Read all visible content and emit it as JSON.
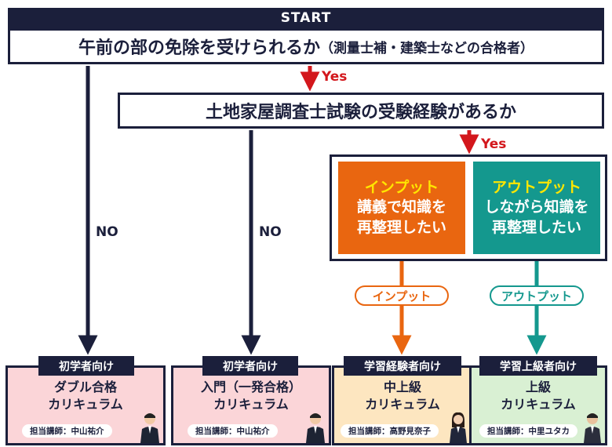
{
  "start": "START",
  "q1": {
    "main": "午前の部の免除を受けられるか",
    "sub": "（測量士補・建築士などの合格者）"
  },
  "q2": "土地家屋調査士試験の受験経験があるか",
  "yes": "Yes",
  "no": "NO",
  "choices": {
    "input": {
      "head": "インプット",
      "line1": "講義で知識を",
      "line2": "再整理したい",
      "pill": "インプット",
      "color": "#e96610"
    },
    "output": {
      "head": "アウトプット",
      "line1": "しながら知識を",
      "line2": "再整理したい",
      "pill": "アウトプット",
      "color": "#14988e"
    }
  },
  "cards": [
    {
      "tag": "初学者向け",
      "line1": "ダブル合格",
      "line2": "カリキュラム",
      "instructor": "担当講師：中山祐介",
      "bg": "#fbd5d8"
    },
    {
      "tag": "初学者向け",
      "line1": "入門（一発合格）",
      "line2": "カリキュラム",
      "instructor": "担当講師：中山祐介",
      "bg": "#fbd5d8"
    },
    {
      "tag": "学習経験者向け",
      "line1": "中上級",
      "line2": "カリキュラム",
      "instructor": "担当講師：高野見奈子",
      "bg": "#fde6c0"
    },
    {
      "tag": "学習上級者向け",
      "line1": "上級",
      "line2": "カリキュラム",
      "instructor": "担当講師：中里ユタカ",
      "bg": "#d9f0d3"
    }
  ],
  "colors": {
    "navy": "#1b1f3b",
    "red": "#d3171c",
    "white": "#ffffff"
  }
}
